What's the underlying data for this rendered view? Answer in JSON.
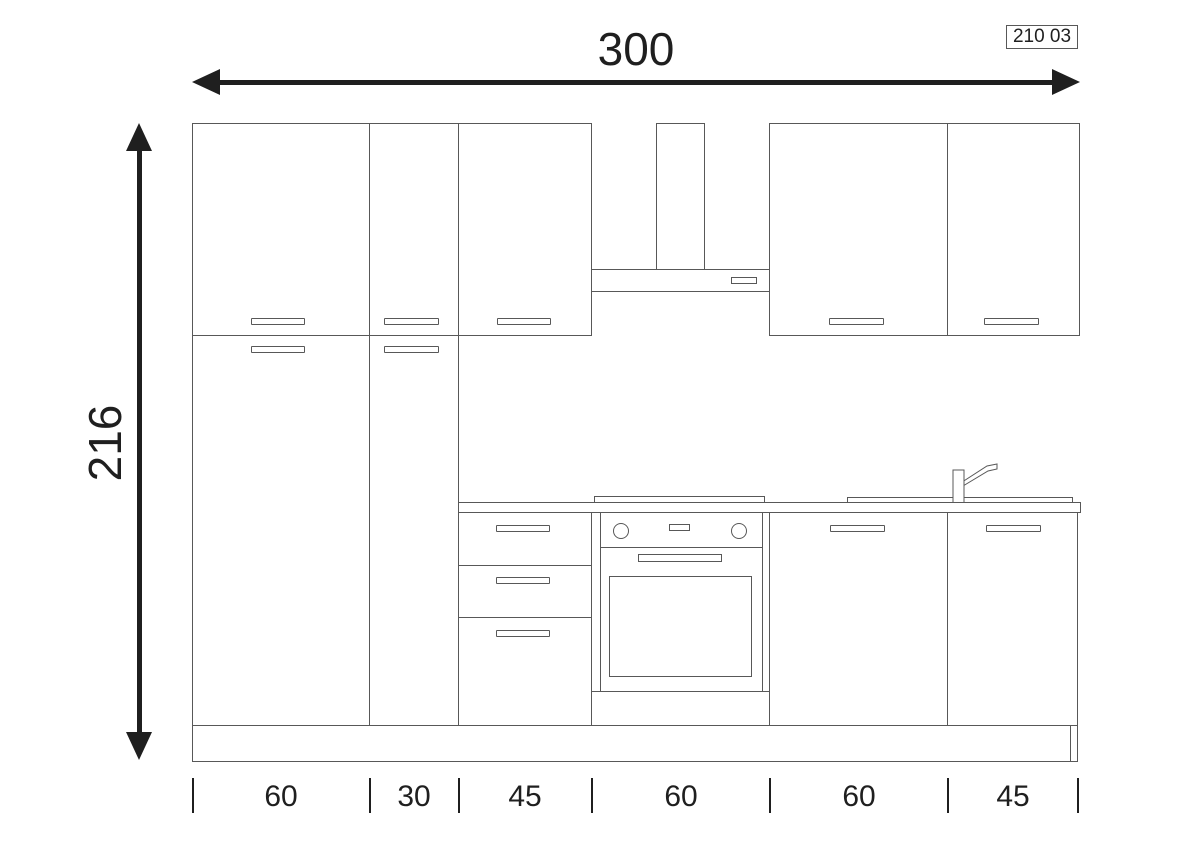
{
  "colors": {
    "background": "#ffffff",
    "line": "#585858",
    "dimension": "#1f1f1f"
  },
  "code_badge": {
    "label": "210 03"
  },
  "dimensions": {
    "width_total": {
      "value": "300"
    },
    "height_total": {
      "value": "216"
    },
    "bottom_segments": [
      {
        "label": "60"
      },
      {
        "label": "30"
      },
      {
        "label": "45"
      },
      {
        "label": "60"
      },
      {
        "label": "60"
      },
      {
        "label": "45"
      }
    ]
  },
  "components": {
    "tall_cabinet_left": "tall cabinet 60 cm",
    "tall_cabinet_mid": "tall cabinet 30 cm",
    "wall_cabinet_left": "wall cabinet 45 cm",
    "hood": "extractor hood with chimney",
    "wall_cabinet_right_1": "wall cabinet 60 cm",
    "wall_cabinet_right_2": "wall cabinet 45 cm",
    "drawer_unit": "drawer base unit 45 cm",
    "oven": "built-in oven 60 cm",
    "base_cabinet_1": "base cabinet 60 cm",
    "base_cabinet_2": "sink base cabinet 45 cm",
    "worktop": "worktop",
    "cooktop": "cooktop",
    "sink": "sink with faucet",
    "plinth": "plinth"
  }
}
